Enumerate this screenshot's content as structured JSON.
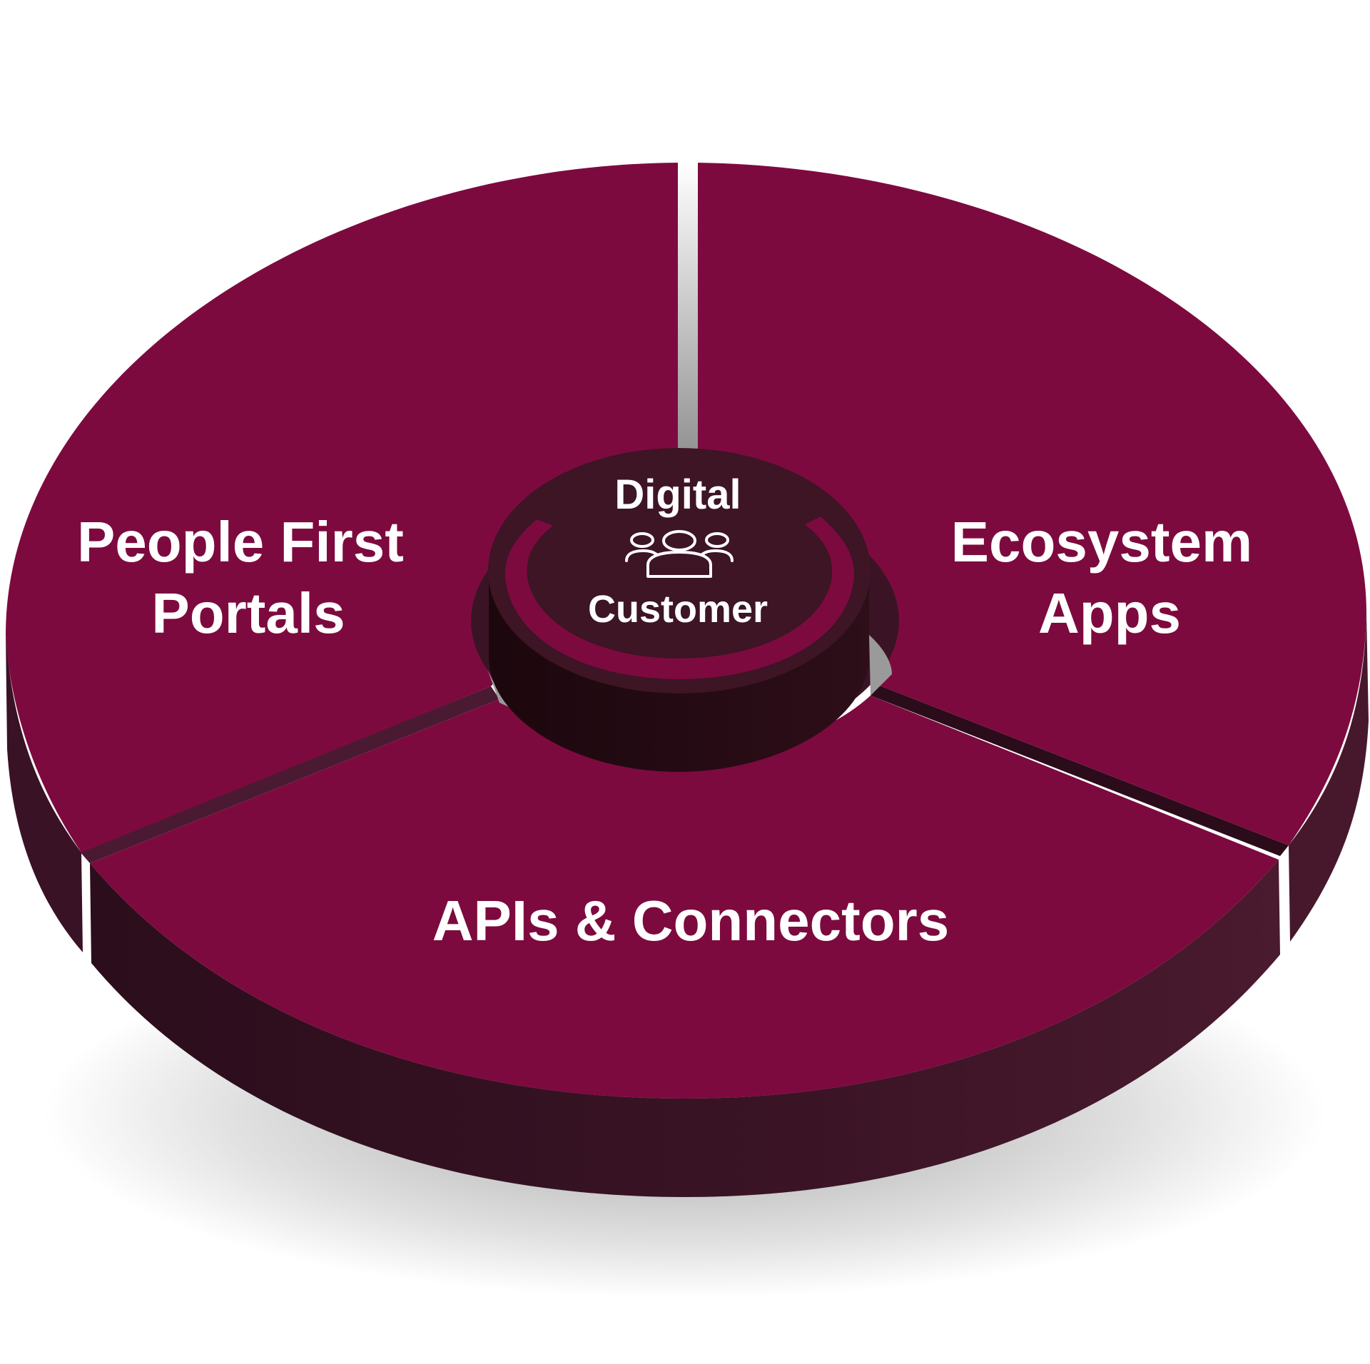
{
  "colors": {
    "segment_top": "#7d0a3e",
    "segment_side_dark": "#2e101f",
    "segment_side_light": "#47182c",
    "hub_top": "#3d1525",
    "hub_side": "#20090f",
    "hub_ring": "#7d0a3e",
    "gap": "#9a9a9a",
    "label_text": "#ffffff"
  },
  "segments": [
    {
      "name": "People First Portals",
      "lines": [
        "People First",
        "Portals"
      ]
    },
    {
      "name": "Ecosystem Apps",
      "lines": [
        "Ecosystem",
        "Apps"
      ]
    },
    {
      "name": "APIs & Connectors",
      "lines": [
        "APIs & Connectors"
      ]
    }
  ],
  "hub": {
    "line1": "Digital",
    "line2": "Customer",
    "icon": "group-of-people-icon"
  }
}
